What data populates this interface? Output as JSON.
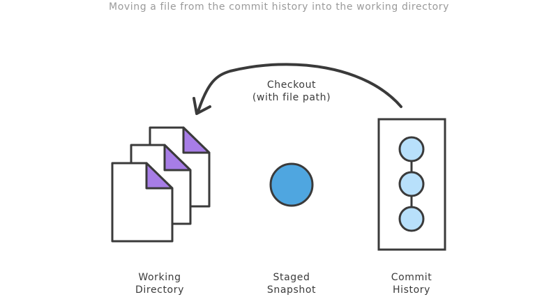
{
  "caption": "Moving a file from the commit history into the working directory",
  "arrow": {
    "label_line1": "Checkout",
    "label_line2": "(with file path)"
  },
  "areas": {
    "working_directory": {
      "line1": "Working",
      "line2": "Directory"
    },
    "staged_snapshot": {
      "line1": "Staged",
      "line2": "Snapshot"
    },
    "commit_history": {
      "line1": "Commit",
      "line2": "History"
    }
  },
  "colors": {
    "stroke": "#3a3a3a",
    "file_fold": "#a77de6",
    "snapshot_fill": "#4fa6e0",
    "commit_fill": "#b8e0fb",
    "caption": "#9a9a9a"
  }
}
